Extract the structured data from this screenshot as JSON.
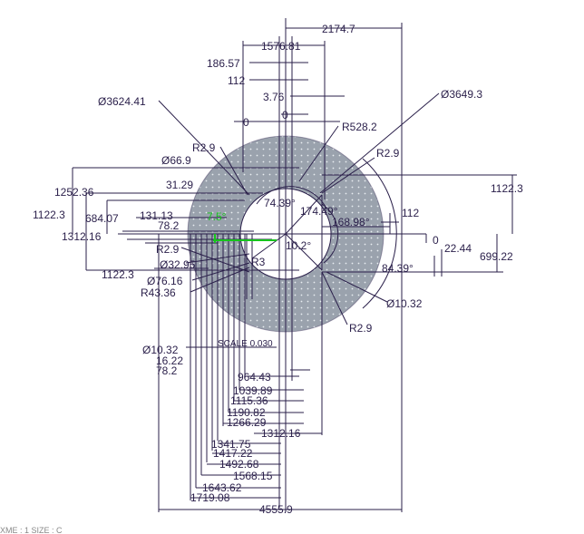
{
  "dimensions": {
    "d2174_7": "2174.7",
    "d1576_81": "1576.81",
    "d186_57": "186.57",
    "d112_top": "112",
    "d3_76": "3.76",
    "d0_left": "0",
    "d0_mid": "0",
    "dia3624_41": "Ø3624.41",
    "dia3649_3": "Ø3649.3",
    "r528_2": "R528.2",
    "r2_9_a": "R2.9",
    "r2_9_b": "R2.9",
    "dia66_9": "Ø66.9",
    "d1252_36": "1252.36",
    "d31_29": "31.29",
    "d1122_3_left": "1122.3",
    "d684_07": "684.07",
    "d131_13": "131.13",
    "d78_2_a": "78.2",
    "d1312_16_left": "1312.16",
    "angle74_39": "74.39°",
    "angle174_49": "174.49°",
    "angle168_98": "168.98°",
    "angle7_5": "7.5°",
    "angle10_2": "10.2°",
    "d112_right": "112",
    "d1122_3_right": "1122.3",
    "d0_right": "0",
    "d22_44": "22.44",
    "d699_22": "699.22",
    "angle84_39": "84.39°",
    "dia10_32_right": "Ø10.32",
    "r2_9_c": "R2.9",
    "r2_9_d": "R2.9",
    "r3": "R3",
    "dia32_95": "Ø32.95",
    "d1122_3_low": "1122.3",
    "dia76_16": "Ø76.16",
    "r43_36": "R43.36",
    "dia10_32_left": "Ø10.32",
    "d16_22": "16.22",
    "d78_2_b": "78.2",
    "scale_label": "SCALE 0.030",
    "d964_43": "964.43",
    "d1039_89": "1039.89",
    "d1115_36": "1115.36",
    "d1190_82": "1190.82",
    "d1266_29": "1266.29",
    "d1312_16_low": "1312.16",
    "d1341_75": "1341.75",
    "d1417_22": "1417.22",
    "d1492_68": "1492.68",
    "d1568_15": "1568.15",
    "d1643_62": "1643.62",
    "d1719_08": "1719.08",
    "d4555_9": "4555.9"
  },
  "status_bar": {
    "text": "XME : 1    SIZE : C"
  },
  "colors": {
    "line": "#2a1f4a",
    "disc": "#9aa2ad",
    "accent": "#16c41c"
  }
}
